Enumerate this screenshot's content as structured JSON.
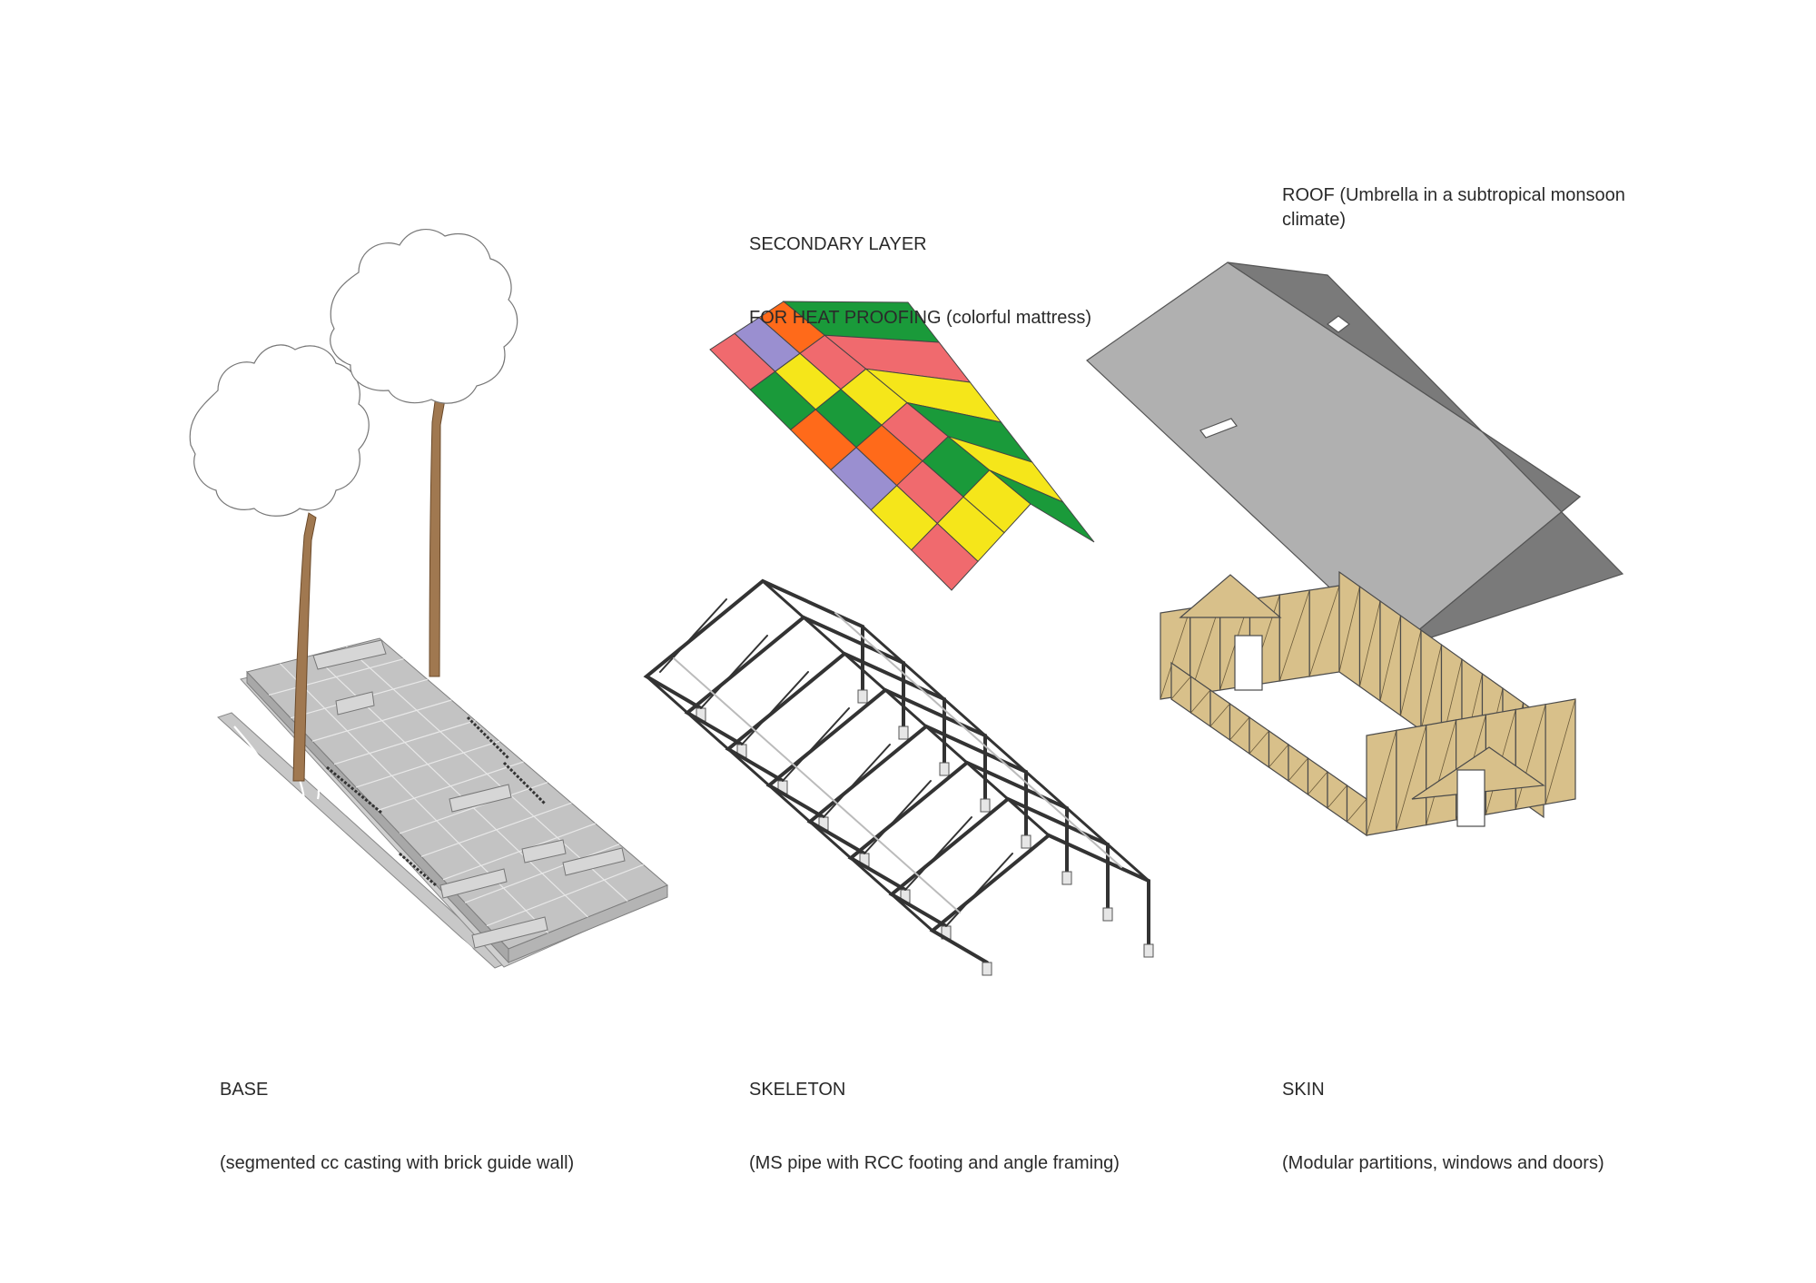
{
  "labels": {
    "mattress": {
      "line1": "SECONDARY LAYER",
      "line2": "FOR HEAT PROOFING (colorful mattress)"
    },
    "roof": {
      "text": "ROOF (Umbrella in a subtropical monsoon climate)"
    },
    "base": {
      "line1": "BASE",
      "line2": "(segmented cc casting with brick guide wall)"
    },
    "skeleton": {
      "line1": "SKELETON",
      "line2": "(MS pipe with RCC footing and angle framing)"
    },
    "skin": {
      "line1": "SKIN",
      "line2": "(Modular partitions, windows and doors)"
    }
  },
  "colors": {
    "mattress": [
      "#f06a6e",
      "#1a9a3a",
      "#ff6a1a",
      "#9a8fd0",
      "#f5e61a"
    ],
    "roof_top": "#b0b0b0",
    "roof_side": "#7a7a7a",
    "base_slab": "#c3c3c3",
    "tree_trunk": "#a07850",
    "skeleton_frame": "#333333",
    "skin_panel": "#d8c08a"
  }
}
